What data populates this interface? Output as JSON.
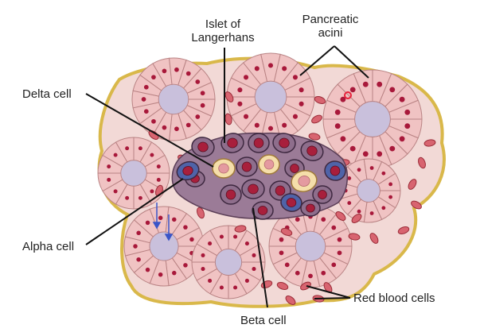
{
  "labels": {
    "islet": [
      "Islet of",
      "Langerhans"
    ],
    "acini": [
      "Pancreatic",
      "acini"
    ],
    "delta": "Delta cell",
    "alpha": "Alpha cell",
    "beta": "Beta cell",
    "rbc": "Red blood cells"
  },
  "colors": {
    "tissue_outline": "#d9b84a",
    "stroma": "#f2d9d6",
    "acinar_cell": "#f0c3c3",
    "acinar_nucleus": "#a8183a",
    "lumen": "#c9c0dc",
    "beta_cell": "#8e6e8c",
    "alpha_cell": "#4f63a8",
    "delta_cell": "#f5deaa",
    "rbc": "#d86470",
    "leader_line": "#111111",
    "annotation_arrow": "#3a55c8"
  }
}
